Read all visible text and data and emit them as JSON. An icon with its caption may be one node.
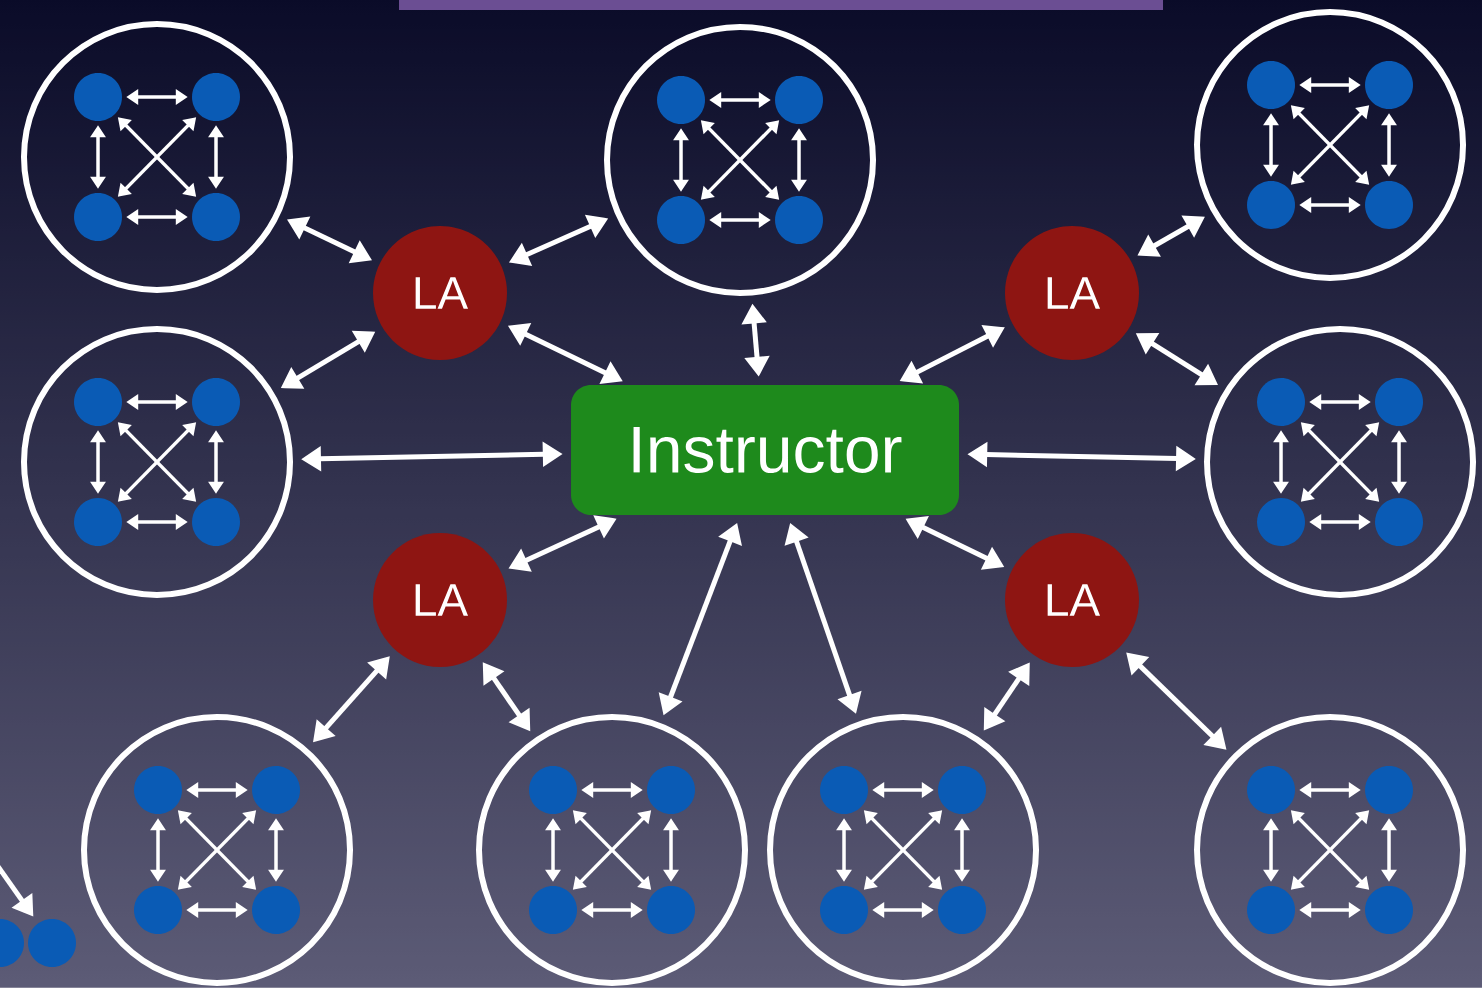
{
  "diagram": {
    "nodes": [
      {
        "text": [],
        "shape": "circle"
      },
      {
        "text": [],
        "shape": "circle",
        "in": 0
      },
      {
        "text": [],
        "shape": "circle",
        "in": 0
      },
      {
        "text": [],
        "shape": "circle",
        "in": 0
      },
      {
        "text": [],
        "shape": "circle",
        "in": 0
      },
      {
        "text": [],
        "shape": "circle"
      },
      {
        "text": [],
        "shape": "circle",
        "in": 5
      },
      {
        "text": [],
        "shape": "circle",
        "in": 5
      },
      {
        "text": [],
        "shape": "circle",
        "in": 5
      },
      {
        "text": [],
        "shape": "circle",
        "in": 5
      },
      {
        "text": [],
        "shape": "circle"
      },
      {
        "text": [],
        "shape": "circle",
        "in": 10
      },
      {
        "text": [],
        "shape": "circle",
        "in": 10
      },
      {
        "text": [],
        "shape": "circle",
        "in": 10
      },
      {
        "text": [],
        "shape": "circle",
        "in": 10
      },
      {
        "text": [
          "LA"
        ]
      },
      {
        "text": [
          "LA"
        ]
      },
      {
        "text": [],
        "shape": "circle"
      },
      {
        "text": [],
        "shape": "circle",
        "in": 17
      },
      {
        "text": [],
        "shape": "circle",
        "in": 17
      },
      {
        "text": [],
        "shape": "circle",
        "in": 17
      },
      {
        "text": [],
        "shape": "circle",
        "in": 17
      },
      {
        "text": [
          "Instructor"
        ]
      },
      {
        "text": [],
        "shape": "circle"
      },
      {
        "text": [],
        "shape": "circle",
        "in": 23
      },
      {
        "text": [],
        "shape": "circle",
        "in": 23
      },
      {
        "text": [],
        "shape": "circle",
        "in": 23
      },
      {
        "text": [],
        "shape": "circle",
        "in": 23
      },
      {
        "text": [
          "LA"
        ]
      },
      {
        "text": [
          "LA"
        ]
      },
      {
        "text": [],
        "shape": "circle"
      },
      {
        "text": [],
        "shape": "circle",
        "in": 30
      },
      {
        "text": [],
        "shape": "circle",
        "in": 30
      },
      {
        "text": [],
        "shape": "circle",
        "in": 30
      },
      {
        "text": [],
        "shape": "circle",
        "in": 30
      },
      {
        "text": [],
        "shape": "circle"
      },
      {
        "text": [],
        "shape": "circle",
        "in": 35
      },
      {
        "text": [],
        "shape": "circle",
        "in": 35
      },
      {
        "text": [],
        "shape": "circle",
        "in": 35
      },
      {
        "text": [],
        "shape": "circle",
        "in": 35
      },
      {
        "text": [],
        "shape": "circle"
      },
      {
        "text": [],
        "shape": "circle",
        "in": 40
      },
      {
        "text": [],
        "shape": "circle",
        "in": 40
      },
      {
        "text": [],
        "shape": "circle",
        "in": 40
      },
      {
        "text": [],
        "shape": "circle",
        "in": 40
      },
      {
        "text": [],
        "shape": "circle"
      },
      {
        "text": [],
        "shape": "circle",
        "in": 45
      },
      {
        "text": [],
        "shape": "circle",
        "in": 45
      },
      {
        "text": [],
        "shape": "circle",
        "in": 45
      },
      {
        "text": [],
        "shape": "circle",
        "in": 45
      },
      {
        "text": [],
        "shape": "circle"
      },
      {
        "text": [],
        "shape": "circle"
      }
    ],
    "edges": [
      {
        "from": 0,
        "to": 15,
        "arrow": "both"
      },
      {
        "from": 5,
        "to": 15,
        "arrow": "both"
      },
      {
        "from": 15,
        "to": 17,
        "arrow": "both"
      },
      {
        "from": 15,
        "to": 22,
        "arrow": "both"
      },
      {
        "from": 5,
        "to": 22,
        "arrow": "both"
      },
      {
        "from": 17,
        "to": 22,
        "arrow": "both"
      },
      {
        "from": 16,
        "to": 10,
        "arrow": "both"
      },
      {
        "from": 16,
        "to": 22,
        "arrow": "both"
      },
      {
        "from": 16,
        "to": 23,
        "arrow": "both"
      },
      {
        "from": 23,
        "to": 22,
        "arrow": "both"
      },
      {
        "from": 28,
        "to": 22,
        "arrow": "both"
      },
      {
        "from": 28,
        "to": 30,
        "arrow": "both"
      },
      {
        "from": 28,
        "to": 35,
        "arrow": "both"
      },
      {
        "from": 22,
        "to": 35,
        "arrow": "both"
      },
      {
        "from": 22,
        "to": 40,
        "arrow": "both"
      },
      {
        "from": 29,
        "to": 22,
        "arrow": "both"
      },
      {
        "from": 29,
        "to": 40,
        "arrow": "both"
      },
      {
        "from": 29,
        "to": 45,
        "arrow": "both"
      },
      {
        "from": null,
        "to": 51,
        "arrow": "to"
      },
      {
        "from": 1,
        "to": 2,
        "arrow": "both"
      },
      {
        "from": 1,
        "to": 3,
        "arrow": "both"
      },
      {
        "from": 1,
        "to": 4,
        "arrow": "both"
      },
      {
        "from": 2,
        "to": 3,
        "arrow": "both"
      },
      {
        "from": 2,
        "to": 4,
        "arrow": "both"
      },
      {
        "from": 3,
        "to": 4,
        "arrow": "both"
      },
      {
        "from": 6,
        "to": 7,
        "arrow": "both"
      },
      {
        "from": 6,
        "to": 8,
        "arrow": "both"
      },
      {
        "from": 6,
        "to": 9,
        "arrow": "both"
      },
      {
        "from": 7,
        "to": 8,
        "arrow": "both"
      },
      {
        "from": 7,
        "to": 9,
        "arrow": "both"
      },
      {
        "from": 8,
        "to": 9,
        "arrow": "both"
      },
      {
        "from": 11,
        "to": 12,
        "arrow": "both"
      },
      {
        "from": 11,
        "to": 13,
        "arrow": "both"
      },
      {
        "from": 11,
        "to": 14,
        "arrow": "both"
      },
      {
        "from": 12,
        "to": 13,
        "arrow": "both"
      },
      {
        "from": 12,
        "to": 14,
        "arrow": "both"
      },
      {
        "from": 13,
        "to": 14,
        "arrow": "both"
      },
      {
        "from": 18,
        "to": 19,
        "arrow": "both"
      },
      {
        "from": 18,
        "to": 20,
        "arrow": "both"
      },
      {
        "from": 18,
        "to": 21,
        "arrow": "both"
      },
      {
        "from": 19,
        "to": 20,
        "arrow": "both"
      },
      {
        "from": 19,
        "to": 21,
        "arrow": "both"
      },
      {
        "from": 20,
        "to": 21,
        "arrow": "both"
      },
      {
        "from": 24,
        "to": 25,
        "arrow": "both"
      },
      {
        "from": 24,
        "to": 26,
        "arrow": "both"
      },
      {
        "from": 24,
        "to": 27,
        "arrow": "both"
      },
      {
        "from": 25,
        "to": 26,
        "arrow": "both"
      },
      {
        "from": 25,
        "to": 27,
        "arrow": "both"
      },
      {
        "from": 26,
        "to": 27,
        "arrow": "both"
      },
      {
        "from": 31,
        "to": 32,
        "arrow": "both"
      },
      {
        "from": 31,
        "to": 33,
        "arrow": "both"
      },
      {
        "from": 31,
        "to": 34,
        "arrow": "both"
      },
      {
        "from": 32,
        "to": 33,
        "arrow": "both"
      },
      {
        "from": 32,
        "to": 34,
        "arrow": "both"
      },
      {
        "from": 33,
        "to": 34,
        "arrow": "both"
      },
      {
        "from": 36,
        "to": 37,
        "arrow": "both"
      },
      {
        "from": 36,
        "to": 38,
        "arrow": "both"
      },
      {
        "from": 36,
        "to": 39,
        "arrow": "both"
      },
      {
        "from": 37,
        "to": 38,
        "arrow": "both"
      },
      {
        "from": 37,
        "to": 39,
        "arrow": "both"
      },
      {
        "from": 38,
        "to": 39,
        "arrow": "both"
      },
      {
        "from": 41,
        "to": 42,
        "arrow": "both"
      },
      {
        "from": 41,
        "to": 43,
        "arrow": "both"
      },
      {
        "from": 41,
        "to": 44,
        "arrow": "both"
      },
      {
        "from": 42,
        "to": 43,
        "arrow": "both"
      },
      {
        "from": 42,
        "to": 44,
        "arrow": "both"
      },
      {
        "from": 43,
        "to": 44,
        "arrow": "both"
      },
      {
        "from": 46,
        "to": 47,
        "arrow": "both"
      },
      {
        "from": 46,
        "to": 48,
        "arrow": "both"
      },
      {
        "from": 46,
        "to": 49,
        "arrow": "both"
      },
      {
        "from": 47,
        "to": 48,
        "arrow": "both"
      },
      {
        "from": 47,
        "to": 49,
        "arrow": "both"
      },
      {
        "from": 48,
        "to": 49,
        "arrow": "both"
      }
    ]
  }
}
